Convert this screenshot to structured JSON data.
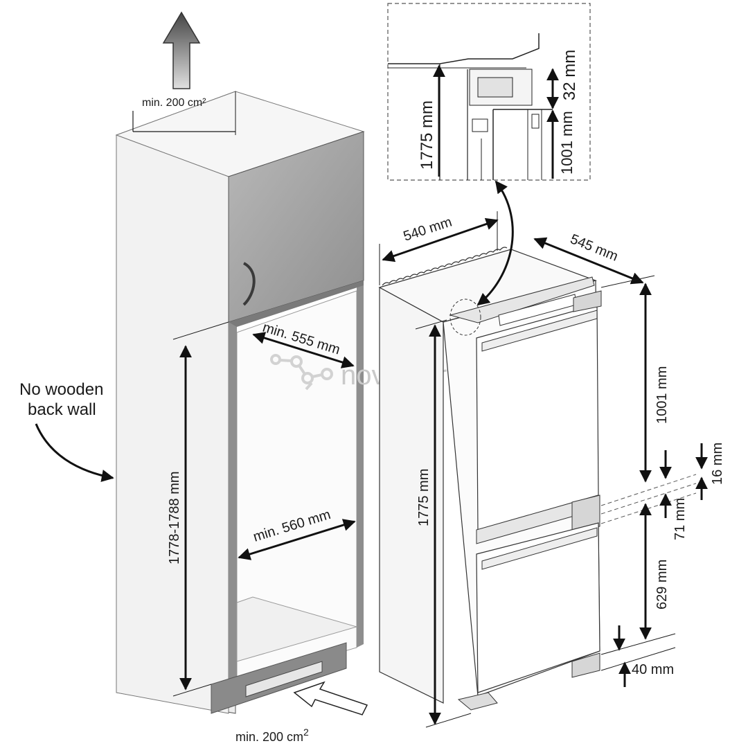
{
  "watermark": "novastar",
  "labels": {
    "top_vent": "min. 200 cm²",
    "bottom_vent_main": "min. 200 cm",
    "bottom_vent_sup": "2",
    "back_wall_line1": "No wooden",
    "back_wall_line2": "back wall",
    "niche_height": "1778-1788 mm",
    "niche_depth": "min. 555 mm",
    "niche_width": "min. 560 mm",
    "width": "540 mm",
    "depth": "545 mm",
    "height_total": "1775 mm",
    "height_upper": "1001 mm",
    "height_lower": "629 mm",
    "gap_16": "16 mm",
    "gap_71": "71 mm",
    "gap_40": "40 mm",
    "detail_height": "1775 mm",
    "detail_32": "32 mm",
    "detail_1001": "1001 mm"
  },
  "colors": {
    "cabinet_side": "#ededed",
    "cabinet_dark": "#9a9a9a",
    "door_panel": "#a9a9a9",
    "plinth": "#8a8a8a",
    "fridge_body": "#f4f4f4",
    "line": "#1a1a1a"
  }
}
